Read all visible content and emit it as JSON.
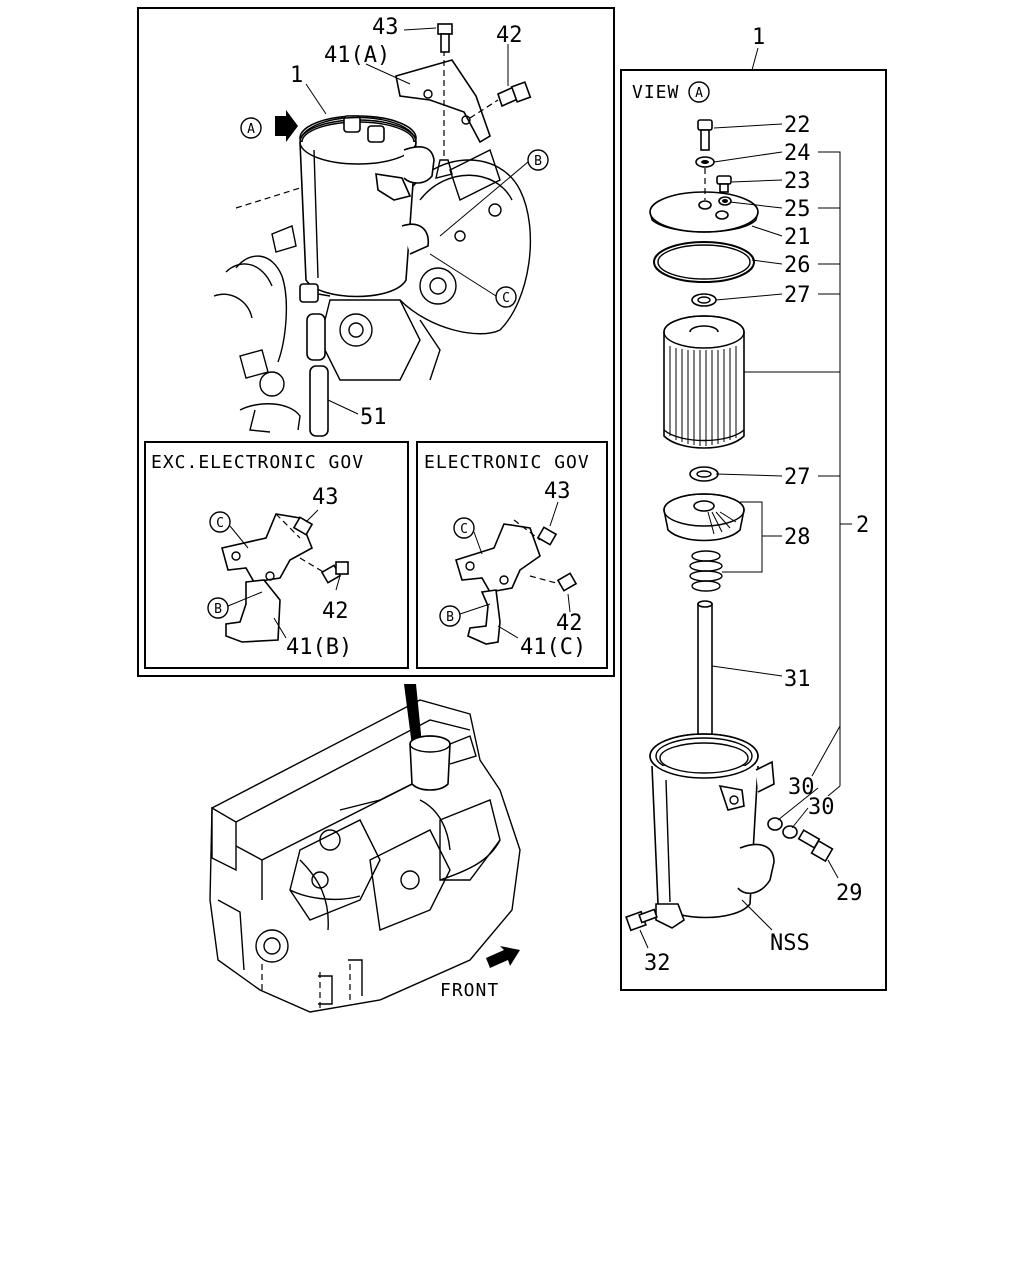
{
  "view_label": "VIEW",
  "view_marker": "A",
  "marker_a": "A",
  "marker_b": "B",
  "marker_c": "C",
  "subpanel_left_title": "EXC.ELECTRONIC GOV",
  "subpanel_right_title": "ELECTRONIC GOV",
  "front_label": "FRONT",
  "callouts": {
    "main_1": "1",
    "main_43": "43",
    "main_41a": "41(A)",
    "main_42": "42",
    "main_51": "51",
    "exc_43": "43",
    "exc_42": "42",
    "exc_41b": "41(B)",
    "elec_43": "43",
    "elec_42": "42",
    "elec_41c": "41(C)",
    "view_1": "1",
    "p22": "22",
    "p24": "24",
    "p23": "23",
    "p25": "25",
    "p21": "21",
    "p26": "26",
    "p27a": "27",
    "p27b": "27",
    "p2": "2",
    "p28": "28",
    "p31": "31",
    "p30a": "30",
    "p30b": "30",
    "p29": "29",
    "nss": "NSS",
    "p32": "32"
  }
}
